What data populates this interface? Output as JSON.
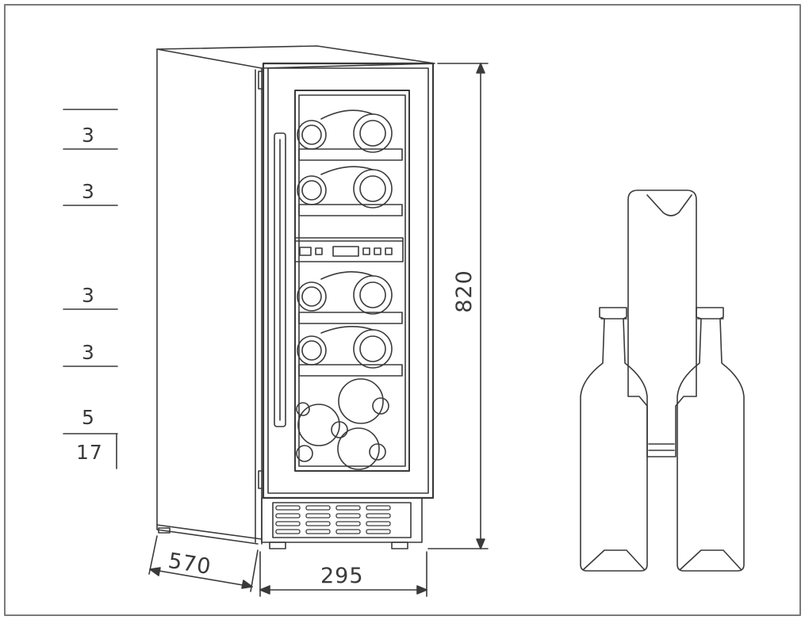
{
  "shelf_labels": [
    "3",
    "3",
    "3",
    "3",
    "5"
  ],
  "total_label": "17",
  "dimensions": {
    "height": "820",
    "width": "295",
    "depth": "570"
  },
  "colors": {
    "line": "#3a3a3a",
    "border": "#7a7a7a"
  }
}
